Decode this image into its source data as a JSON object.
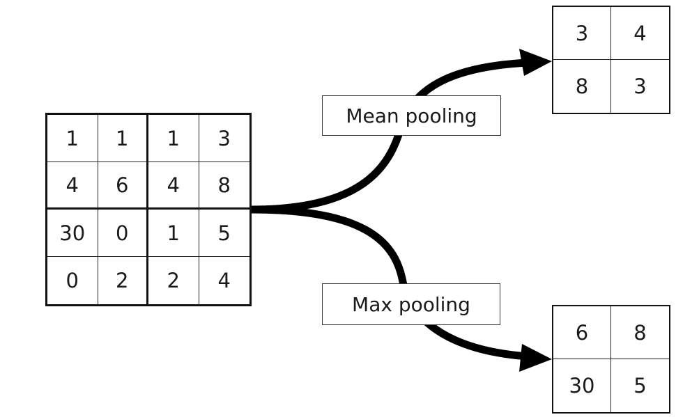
{
  "input_matrix": [
    [
      "1",
      "1",
      "1",
      "3"
    ],
    [
      "4",
      "6",
      "4",
      "8"
    ],
    [
      "30",
      "0",
      "1",
      "5"
    ],
    [
      "0",
      "2",
      "2",
      "4"
    ]
  ],
  "mean_pooling": {
    "label": "Mean pooling",
    "output": [
      [
        "3",
        "4"
      ],
      [
        "8",
        "3"
      ]
    ]
  },
  "max_pooling": {
    "label": "Max pooling",
    "output": [
      [
        "6",
        "8"
      ],
      [
        "30",
        "5"
      ]
    ]
  },
  "colors": {
    "line": "#000000",
    "border": "#111111",
    "text": "#1a1a1a"
  }
}
